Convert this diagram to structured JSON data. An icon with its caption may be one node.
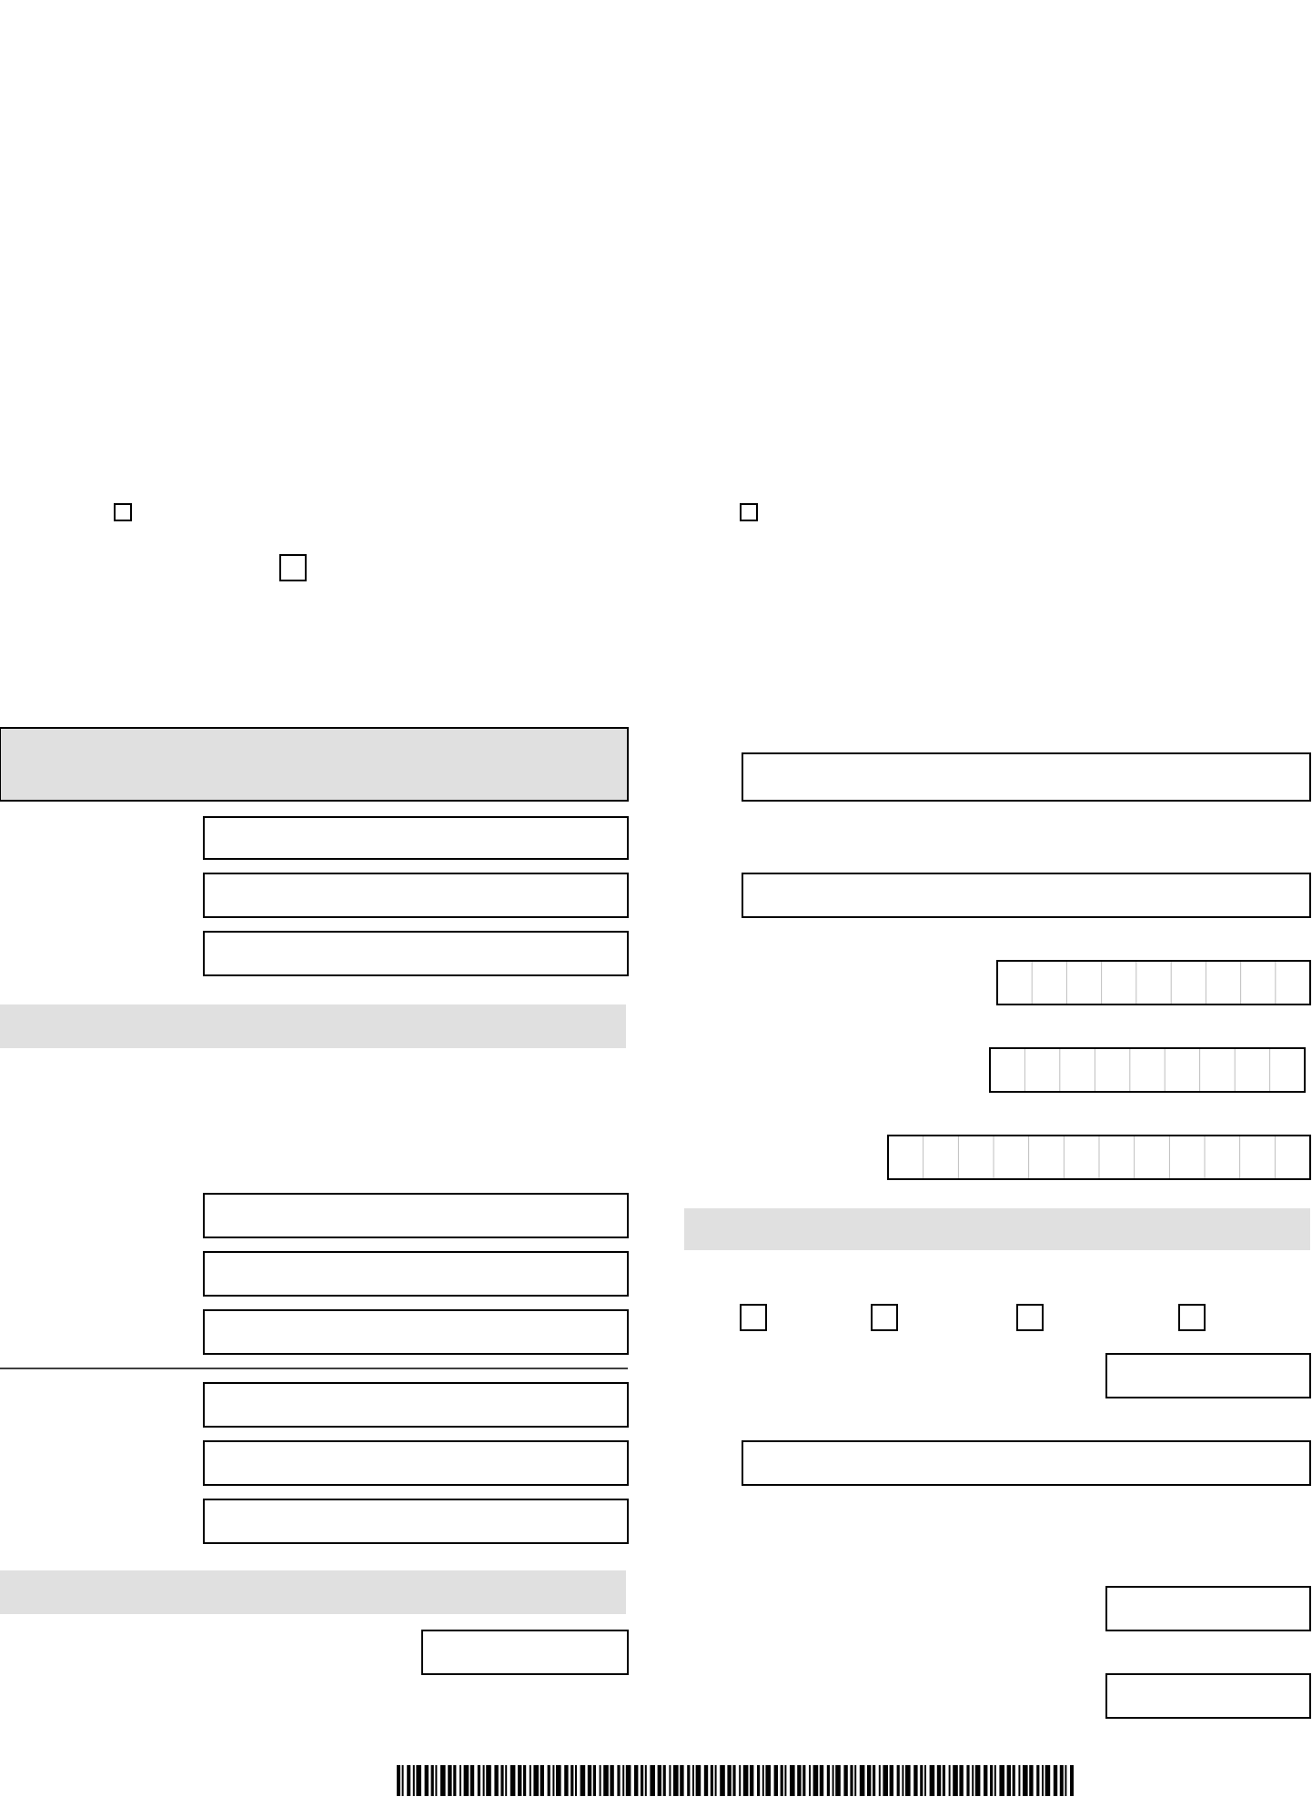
{
  "diagram": {
    "nodes": [
      {
        "text": [],
        "shape": "box"
      },
      {
        "text": [],
        "shape": "box"
      },
      {
        "text": [],
        "shape": "box"
      },
      {
        "text": [],
        "shape": "bar"
      },
      {
        "text": [],
        "shape": "box"
      },
      {
        "text": [],
        "shape": "box"
      },
      {
        "text": [],
        "shape": "box"
      },
      {
        "text": [],
        "shape": "box"
      },
      {
        "text": [],
        "shape": "box"
      },
      {
        "text": [],
        "shape": "box"
      },
      {
        "text": [],
        "shape": "bar"
      },
      {
        "text": [],
        "shape": "box"
      },
      {
        "text": [],
        "shape": "box"
      },
      {
        "text": [],
        "shape": "box"
      },
      {
        "text": [],
        "shape": "box"
      },
      {
        "text": [],
        "shape": "box"
      },
      {
        "text": [],
        "shape": "bar"
      },
      {
        "text": [],
        "shape": "box"
      },
      {
        "text": [],
        "shape": "box"
      },
      {
        "text": [],
        "shape": "box"
      },
      {
        "text": [],
        "shape": "box"
      },
      {
        "text": [],
        "shape": "bar"
      },
      {
        "text": [],
        "shape": "box"
      },
      {
        "text": [],
        "shape": "box"
      },
      {
        "text": [],
        "shape": "box"
      },
      {
        "text": [],
        "shape": "box"
      },
      {
        "text": [],
        "shape": "box"
      },
      {
        "text": [],
        "shape": "box"
      },
      {
        "text": [],
        "shape": "box"
      },
      {
        "text": [],
        "shape": "box"
      }
    ]
  }
}
